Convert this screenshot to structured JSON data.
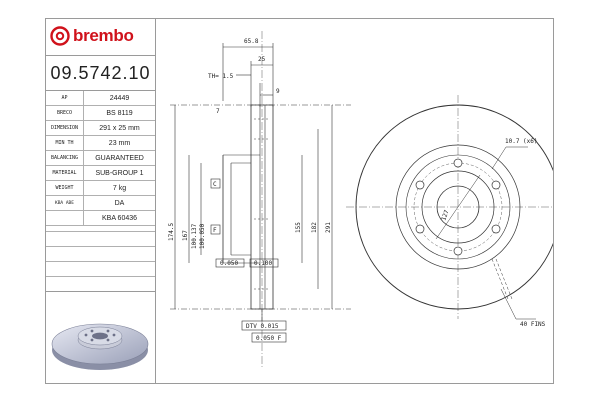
{
  "brand": {
    "name": "brembo"
  },
  "part_number": "09.5742.10",
  "specs": [
    {
      "key": "AP",
      "value": "24449"
    },
    {
      "key": "BRECO",
      "value": "BS 8119"
    },
    {
      "key": "DIMENSION",
      "value": "291 x 25 mm"
    },
    {
      "key": "MIN TH",
      "value": "23 mm"
    },
    {
      "key": "BALANCING",
      "value": "GUARANTEED"
    },
    {
      "key": "MATERIAL",
      "value": "SUB-GROUP 1"
    },
    {
      "key": "WEIGHT",
      "value": "7 kg"
    },
    {
      "key": "KBA ABE",
      "value": "DA"
    },
    {
      "key": "",
      "value": "KBA 60436"
    }
  ],
  "drawing": {
    "width_total": "65.8",
    "width_inner": "25",
    "th_min": "TH= 1.5",
    "dim_9": "9",
    "dim_7": "7",
    "label_c": "C",
    "label_f": "F",
    "dia_174": "174.5",
    "dia_167": "167",
    "dia_100_137": "100.137",
    "dia_100_050": "100.050",
    "dia_155": "155",
    "dia_182": "182",
    "dia_291": "291",
    "tol_050": "0.050",
    "tol_100": "0.100",
    "dtv": "DTV 0.015",
    "runout": "0.050 F",
    "holes": "10.7 (x6)",
    "pcd": "127",
    "fins": "40 FINS"
  }
}
